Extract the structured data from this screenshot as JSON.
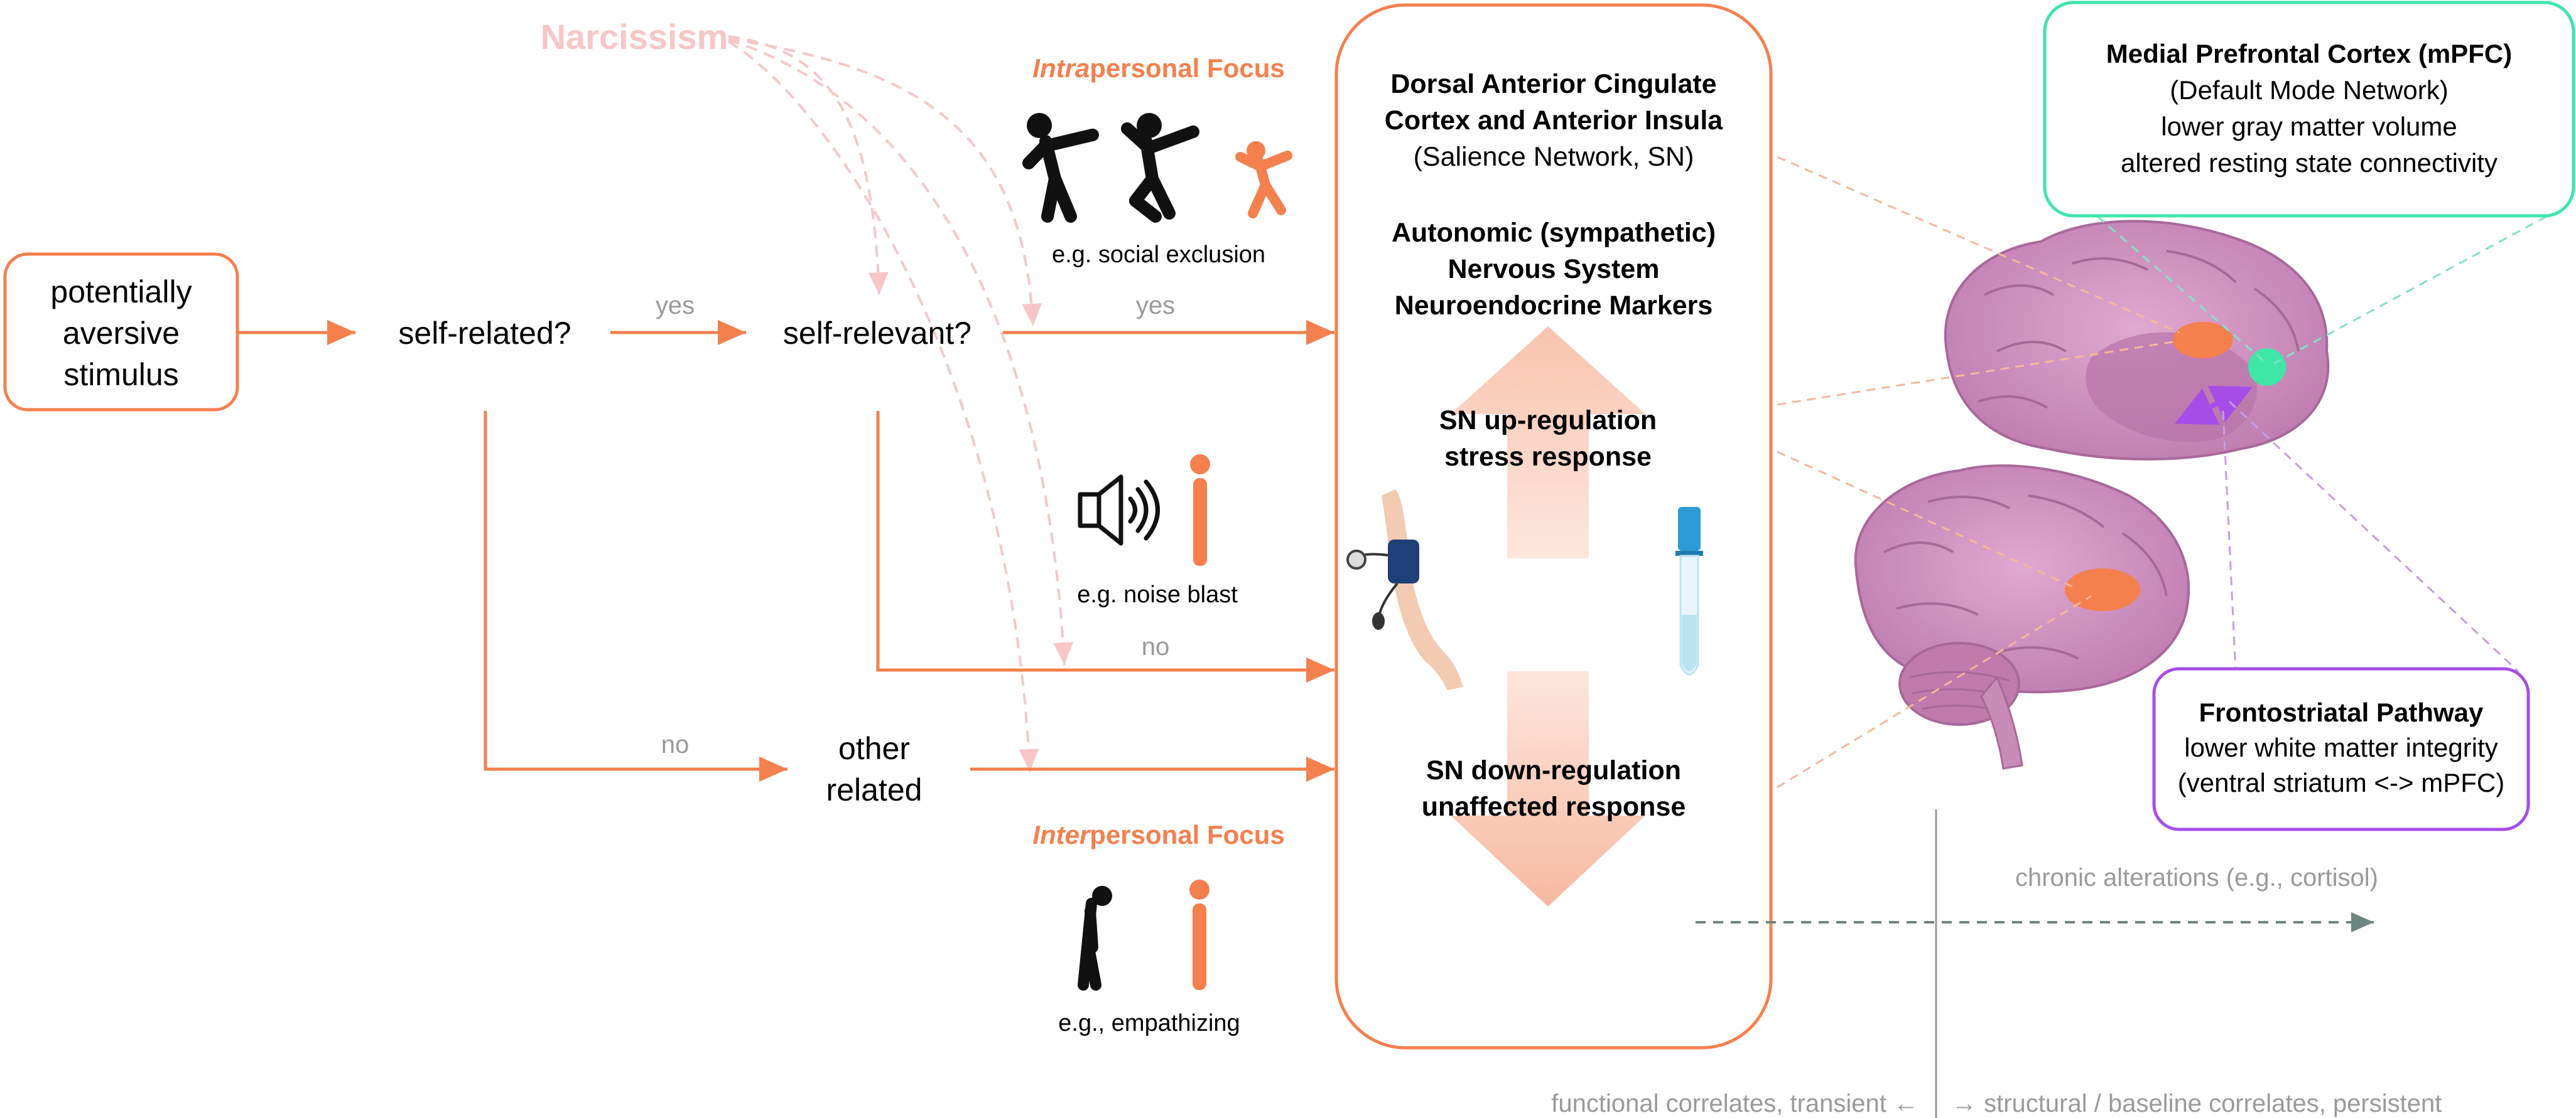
{
  "colors": {
    "orange": "#f4804e",
    "orange_light": "#f7b79a",
    "pink_narcissism": "#f7c7c7",
    "green": "#3ee6a8",
    "purple": "#a64de8",
    "gray": "#9a9a9a",
    "brain": "#cf8fbf"
  },
  "narcissism": {
    "label": "Narcissism"
  },
  "nodes": {
    "stimulus": {
      "lines": [
        "potentially",
        "aversive",
        "stimulus"
      ]
    },
    "self_related": {
      "label": "self-related?"
    },
    "self_relevant": {
      "label": "self-relevant?"
    },
    "other_related": {
      "lines": [
        "other",
        "related"
      ]
    }
  },
  "edges": {
    "yes1": "yes",
    "yes2": "yes",
    "no1": "no",
    "no2": "no"
  },
  "intrapersonal": {
    "title_italic": "Intra",
    "title_rest": "personal Focus",
    "example": "e.g. social exclusion"
  },
  "noise": {
    "example": "e.g. noise blast"
  },
  "interpersonal": {
    "title_italic": "Inter",
    "title_rest": "personal Focus",
    "example": "e.g., empathizing"
  },
  "central_box": {
    "dacc_lines": [
      "Dorsal Anterior Cingulate",
      "Cortex and Anterior Insula"
    ],
    "salience": "(Salience Network, SN)",
    "ans_lines": [
      "Autonomic (sympathetic)",
      "Nervous System",
      "Neuroendocrine Markers"
    ],
    "up_lines": [
      "SN up-regulation",
      "stress response"
    ],
    "down_lines": [
      "SN down-regulation",
      "unaffected response"
    ]
  },
  "mpfc_box": {
    "title": "Medial Prefrontal Cortex (mPFC)",
    "lines": [
      "(Default  Mode Network)",
      "lower gray matter volume",
      "altered resting state connectivity"
    ]
  },
  "fronto_box": {
    "title": "Frontostriatal Pathway",
    "lines": [
      "lower white matter integrity",
      "(ventral striatum <-> mPFC)"
    ]
  },
  "chronic": {
    "label": "chronic alterations (e.g., cortisol)"
  },
  "bottom": {
    "functional": "functional correlates, transient ←",
    "structural": "→ structural / baseline correlates, persistent"
  }
}
